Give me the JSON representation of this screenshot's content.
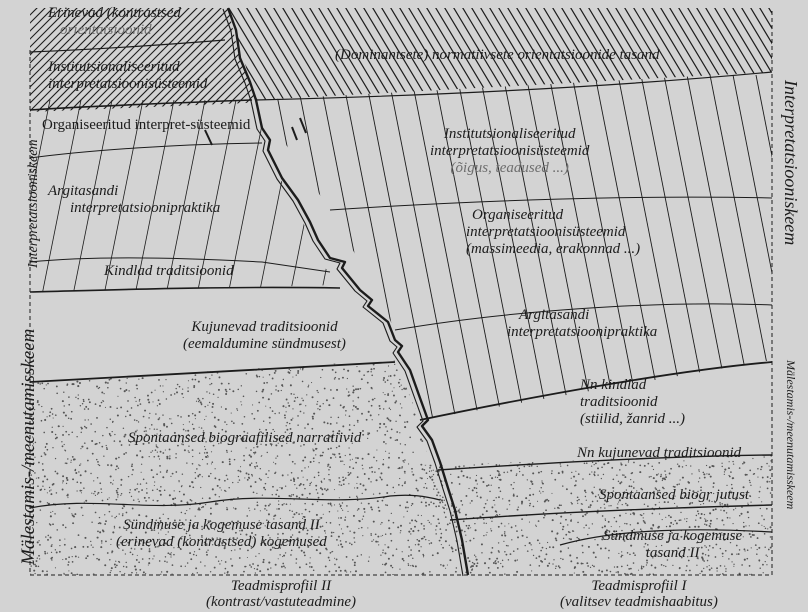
{
  "colors": {
    "paper": "#d3d3d3",
    "ink": "#1c1c1c",
    "stipple": "#555555"
  },
  "left_profile": {
    "erinevad": [
      "Erinevad (kontrastsed",
      "orientatsioonid"
    ],
    "institutsionaliseeritud": [
      "Institutsionaliseeritud",
      "interpretatsioonisüsteemid"
    ],
    "organiseeritud": "Organiseeritud interpret-süsteemid",
    "argitasandi": [
      "Argitasandi",
      "interpretatsioonipraktika"
    ],
    "kindlad": "Kindlad traditsioonid",
    "kujunevad": [
      "Kujunevad traditsioonid",
      "(eemaldumine sündmusest)"
    ],
    "spontaansed": "Spontaansed biograafilised narratiivid",
    "syndmuse": [
      "Sündmuse ja kogemuse tasand II",
      "(erinevad (kontrastsed) kogemused"
    ]
  },
  "right_profile": {
    "dominantsete": "(Dominantsete) normatiivsete orientatsioonide tasand",
    "institutsionaliseeritud": [
      "Institutsionaliseeritud",
      "interpretatsioonisüsteemid",
      "(õigus, teadused ...)"
    ],
    "organiseeritud": [
      "Organiseeritud",
      "interpretatsioonisüsteemid",
      "(massimeedia, erakonnad ...)"
    ],
    "argitasandi": [
      "Argitasandi",
      "interpretatsioonipraktika"
    ],
    "nn_kindlad": [
      "Nn kindlad",
      "traditsioonid",
      "(stiilid, žanrid ...)"
    ],
    "nn_kujunevad": "Nn kujunevad traditsioonid",
    "spontaansed": "Spontaansed biogr jutust",
    "syndmuse": [
      "Sündmuse ja kogemuse",
      "tasand II"
    ]
  },
  "bottom": {
    "left_title": "Teadmisprofiil II",
    "left_sub": "(kontrast/vastuteadmine)",
    "right_title": "Teadmisprofiil I",
    "right_sub": "(valitsev teadmishaabitus)"
  },
  "side": {
    "left_upper": "Interpretatsiooniskeem",
    "left_lower": "Mälestamis-/meenutamisskeem",
    "right_upper": "Interpretatsiooniskeem",
    "right_lower": "Mälestamis-/meenutamisskeem"
  }
}
